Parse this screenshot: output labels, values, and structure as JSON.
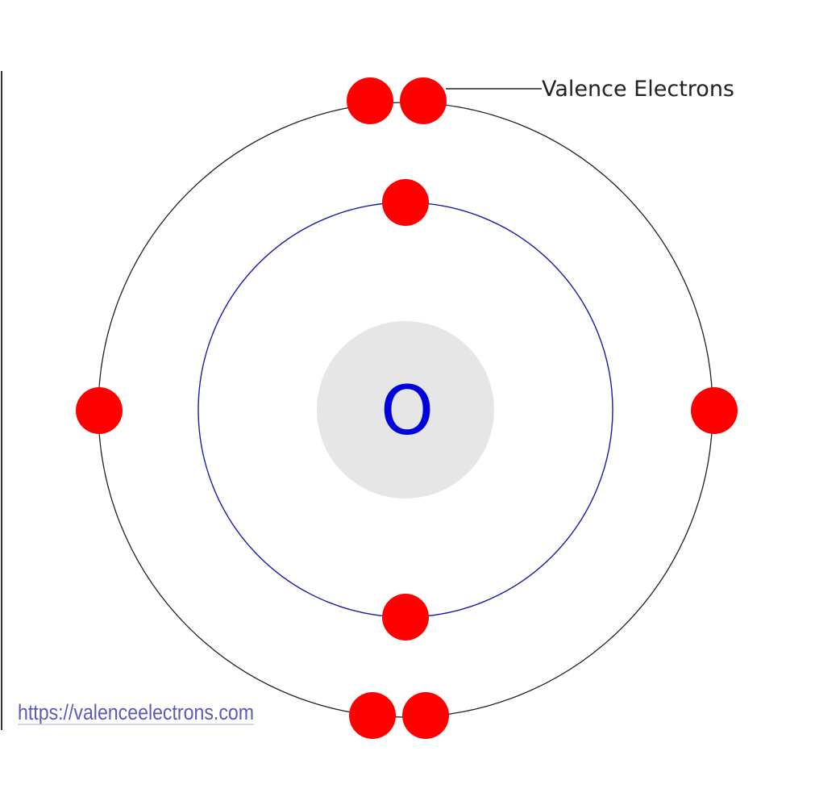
{
  "colors": {
    "background": "#ffffff",
    "electron": "#ff0000",
    "inner_shell": "#1a1aa8",
    "outer_shell": "#222222",
    "nucleus": "#e6e6e6",
    "nucleus_symbol": "#0000dd",
    "frame_line": "#333333",
    "link": "#5a5ab8",
    "link_underline": "#c8c8dc"
  },
  "nucleus": {
    "symbol": "O"
  },
  "shells": [
    {
      "name": "inner-shell",
      "electrons": 2
    },
    {
      "name": "outer-shell",
      "electrons": 6
    }
  ],
  "callout": {
    "label": "Valence Electrons"
  },
  "source": {
    "link_text": "https://valenceelectrons.com"
  }
}
